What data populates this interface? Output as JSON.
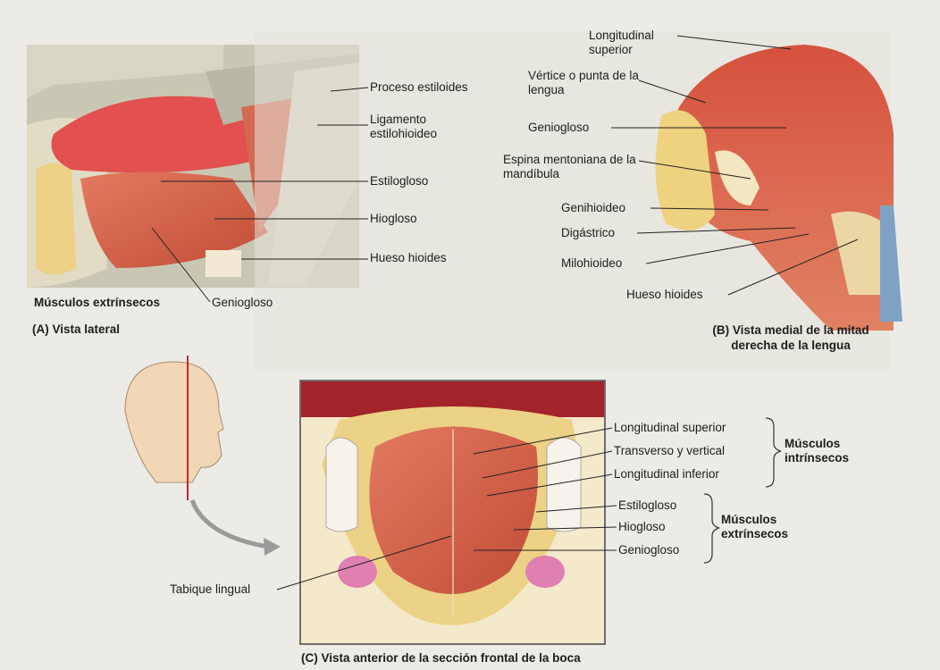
{
  "panel_a": {
    "caption": "(A) Vista lateral",
    "group": "Músculos extrínsecos",
    "labels": [
      "Proceso estiloides",
      "Ligamento estilohioideo",
      "Estilogloso",
      "Hiogloso",
      "Hueso hioides",
      "Geniogloso"
    ]
  },
  "panel_b": {
    "caption": "(B) Vista medial de la mitad derecha de la lengua",
    "labels": [
      "Longitudinal superior",
      "Vértice o punta de la lengua",
      "Geniogloso",
      "Espina mentoniana de la mandíbula",
      "Genihioideo",
      "Digástrico",
      "Milohioideo",
      "Hueso hioides"
    ]
  },
  "panel_c": {
    "caption": "(C) Vista anterior de la sección frontal de la boca",
    "intrinsic_group": "Músculos intrínsecos",
    "extrinsic_group": "Músculos extrínsecos",
    "labels": [
      "Longitudinal superior",
      "Transverso y vertical",
      "Longitudinal inferior",
      "Estilogloso",
      "Hiogloso",
      "Geniogloso",
      "Tabique lingual"
    ]
  },
  "colors": {
    "muscle": "#d9604a",
    "muscle_dark": "#b8432f",
    "bone": "#eccf7c",
    "tissue": "#e3ddc8",
    "background": "#ecebe6"
  }
}
